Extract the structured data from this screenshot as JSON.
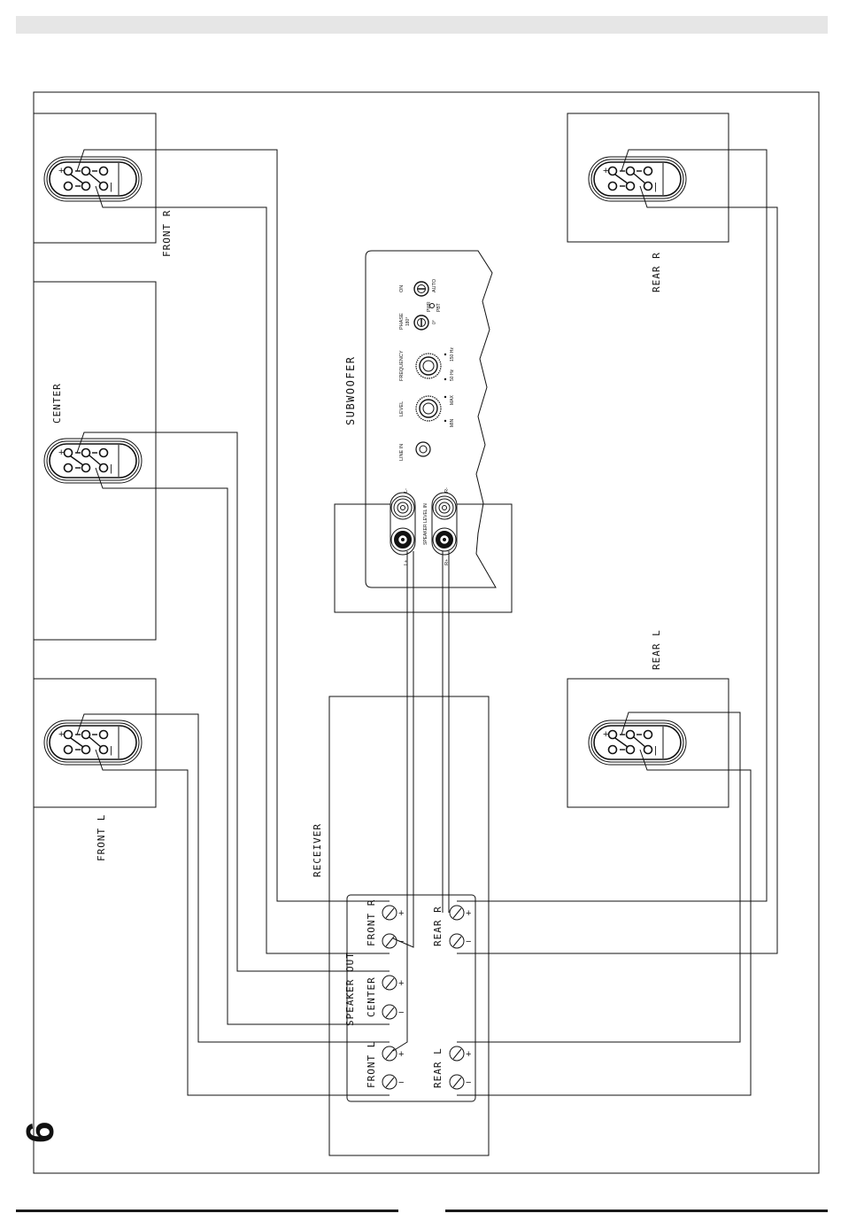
{
  "figure_number": "6",
  "speakers": {
    "front_r": "FRONT R",
    "center": "CENTER",
    "front_l": "FRONT L",
    "rear_r": "REAR R",
    "rear_l": "REAR L"
  },
  "subwoofer": {
    "title": "SUBWOOFER",
    "on": "ON",
    "auto": "AUTO",
    "pwr": "PWR",
    "pwr_sub": "PBT",
    "phase": "PHASE",
    "phase_180": "180°",
    "phase_0": "0°",
    "frequency": "FREQUENCY",
    "freq_min": "50 Hz",
    "freq_max": "150 Hz",
    "level": "LEVEL",
    "level_min": "MIN",
    "level_max": "MAX",
    "line_in": "LINE IN",
    "speaker_level_in": "SPEAKER LEVEL IN",
    "l_minus": "L-",
    "l_plus": "L+",
    "r_minus": "R-",
    "r_plus": "R+"
  },
  "receiver": {
    "title": "RECEIVER",
    "speaker_out": "SPEAKER OUT",
    "front_r": "FRONT R",
    "center": "CENTER",
    "front_l": "FRONT L",
    "rear_r": "REAR R",
    "rear_l": "REAR L",
    "plus": "+",
    "minus": "−"
  }
}
